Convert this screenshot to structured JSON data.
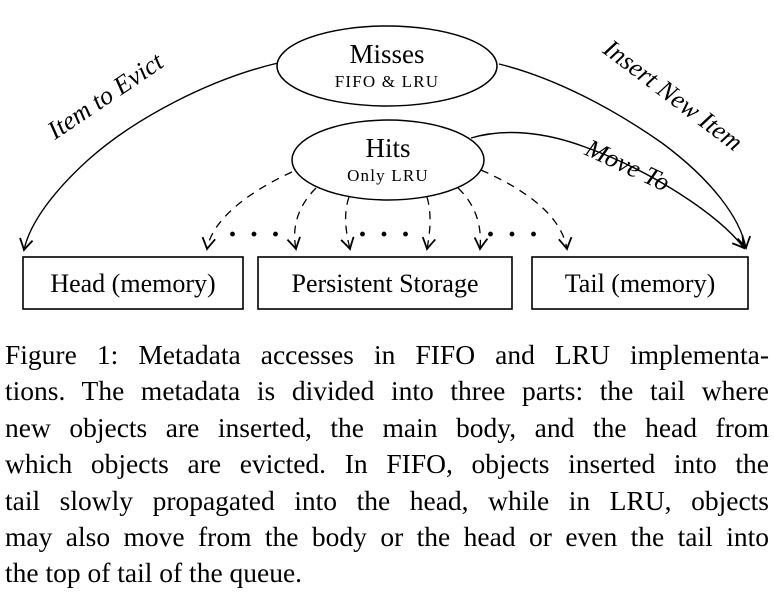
{
  "figure": {
    "misses": {
      "title": "Misses",
      "subtitle": "FIFO & LRU"
    },
    "hits": {
      "title": "Hits",
      "subtitle": "Only LRU"
    },
    "boxes": {
      "head": "Head (memory)",
      "storage": "Persistent Storage",
      "tail": "Tail (memory)"
    },
    "edges": {
      "evict": "Item to Evict",
      "insert": "Insert New Item",
      "move": "Move To"
    },
    "ellipsis": "· · ·"
  },
  "caption": {
    "lines": [
      "Figure 1: Metadata accesses in FIFO and LRU implementa-",
      "tions. The metadata is divided into three parts: the tail where",
      "new objects are inserted, the main body, and the head from",
      "which objects are evicted. In FIFO, objects inserted into the",
      "tail slowly propagated into the head, while in LRU, objects",
      "may also move from the body or the head or even the tail into",
      "the top of tail of the queue."
    ]
  },
  "colors": {
    "ink": "#000000",
    "background": "#ffffff"
  }
}
